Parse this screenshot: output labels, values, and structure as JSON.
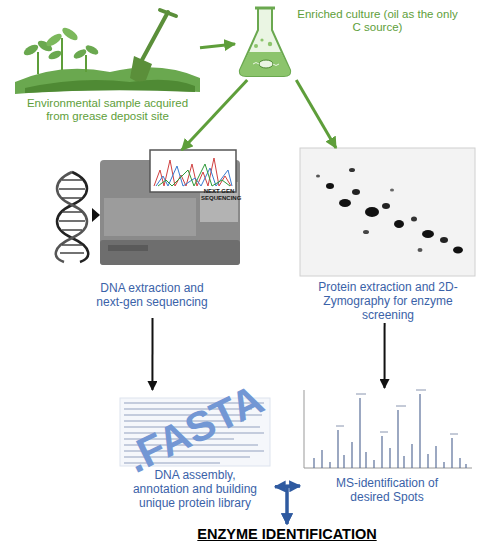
{
  "diagram": {
    "nodes": [
      {
        "text": [
          "Environmental sample acquired from grease deposit site"
        ]
      },
      {
        "text": [
          "Enriched culture (oil as the only C source)"
        ]
      },
      {
        "text": [
          "NEXT GEN SEQUENCING",
          "DNA extraction and next-gen sequencing"
        ]
      },
      {
        "text": [
          "Protein extraction and 2D-Zymography for enzyme screening"
        ]
      },
      {
        "text": [
          ".FASTA",
          "DNA assembly, annotation and building unique protein library"
        ]
      },
      {
        "text": [
          "MS-identification of desired Spots"
        ]
      },
      {
        "text": [
          "ENZYME IDENTIFICATION"
        ]
      }
    ],
    "edges": [
      {
        "from": 0,
        "to": 1,
        "arrow": "to"
      },
      {
        "from": 1,
        "to": 2,
        "arrow": "to"
      },
      {
        "from": 1,
        "to": 3,
        "arrow": "to"
      },
      {
        "from": 2,
        "to": 4,
        "arrow": "to"
      },
      {
        "from": 3,
        "to": 5,
        "arrow": "to"
      },
      {
        "from": 4,
        "to": 5,
        "arrow": "both"
      },
      {
        "from": 4,
        "to": 6,
        "arrow": "to"
      },
      {
        "from": 5,
        "to": 6,
        "arrow": "to"
      }
    ]
  }
}
